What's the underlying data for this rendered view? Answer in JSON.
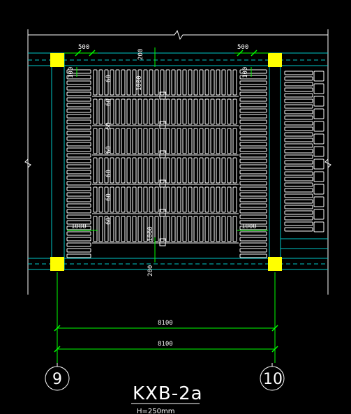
{
  "drawing": {
    "title": "KXB-2a",
    "subtitle": "H=250mm",
    "grid_labels": [
      "9",
      "10"
    ],
    "dim_top_left": "500",
    "dim_top_right": "500",
    "dim_top_vertical": "200",
    "dim_bottom_vertical": "200",
    "dim_side_left": "1000",
    "dim_side_right": "1000",
    "dim_inner_top": "1000",
    "dim_inner_bottom": "1000",
    "dim_small_left": "100",
    "dim_small_right": "100",
    "rib_label": "60",
    "dim_span_1": "8100",
    "dim_span_2": "8100"
  },
  "colors": {
    "background": "#000000",
    "grid_line": "#ffffff",
    "beam_line": "#00c8c8",
    "dimension": "#00ff00",
    "column": "#ffff00",
    "text": "#ffffff"
  }
}
